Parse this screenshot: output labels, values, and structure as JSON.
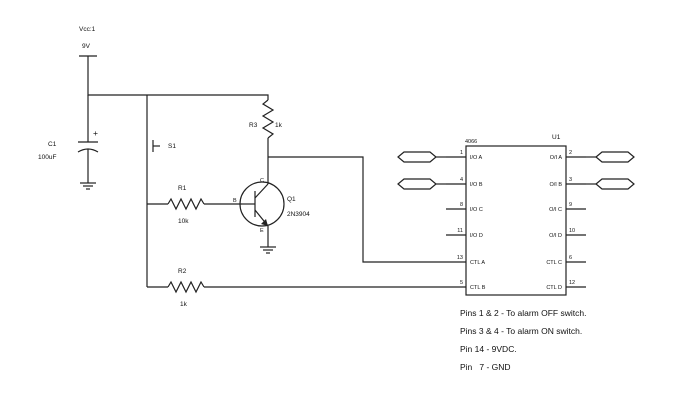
{
  "supply": {
    "name": "Vcc:1",
    "voltage": "9V"
  },
  "capacitor": {
    "ref": "C1",
    "value": "100uF",
    "polarity": "+"
  },
  "switch": {
    "ref": "S1"
  },
  "resistors": [
    {
      "ref": "R1",
      "value": "10k"
    },
    {
      "ref": "R2",
      "value": "1k"
    },
    {
      "ref": "R3",
      "value": "1k"
    }
  ],
  "transistor": {
    "ref": "Q1",
    "part": "2N3904",
    "pins": {
      "c": "C",
      "b": "B",
      "e": "E"
    }
  },
  "ic": {
    "ref": "U1",
    "part": "4066",
    "left_pins": [
      {
        "num": "1",
        "name": "I/O A"
      },
      {
        "num": "4",
        "name": "I/O B"
      },
      {
        "num": "8",
        "name": "I/O C"
      },
      {
        "num": "11",
        "name": "I/O D"
      },
      {
        "num": "13",
        "name": "CTL A"
      },
      {
        "num": "5",
        "name": "CTL B"
      }
    ],
    "right_pins": [
      {
        "num": "2",
        "name": "O/I A"
      },
      {
        "num": "3",
        "name": "O/I B"
      },
      {
        "num": "9",
        "name": "O/I C"
      },
      {
        "num": "10",
        "name": "O/I D"
      },
      {
        "num": "6",
        "name": "CTL C"
      },
      {
        "num": "12",
        "name": "CTL D"
      }
    ]
  },
  "notes": [
    "Pins 1 & 2 - To alarm OFF switch.",
    "Pins 3 & 4 - To alarm ON switch.",
    "Pin 14 - 9VDC.",
    "Pin   7 - GND"
  ]
}
